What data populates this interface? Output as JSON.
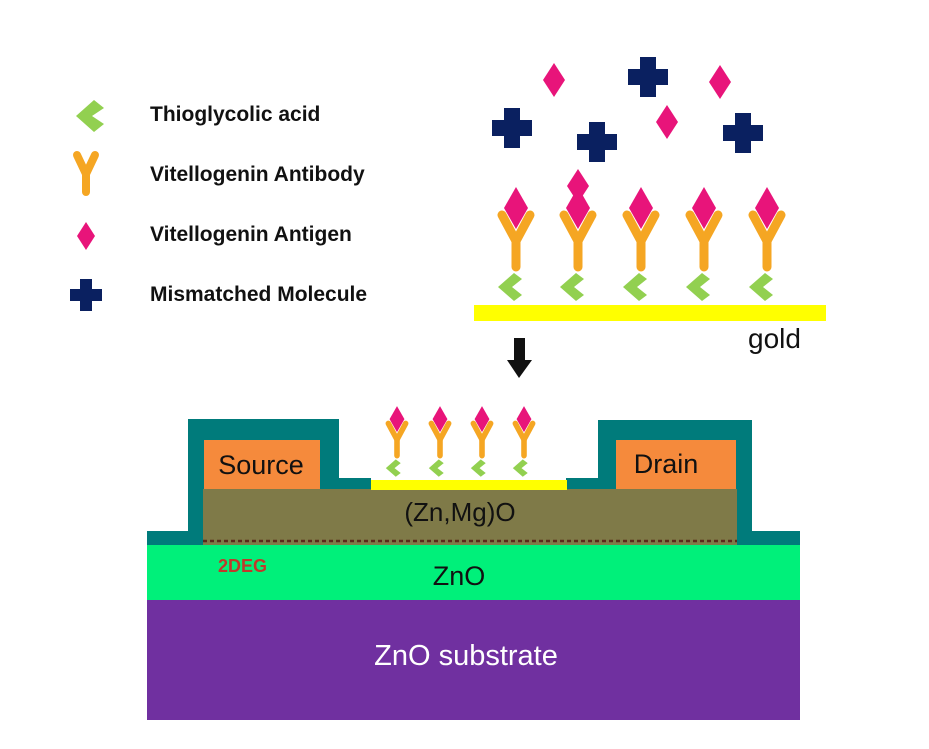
{
  "legend": [
    {
      "label": "Thioglycolic acid",
      "icon": "chevron-icon",
      "color": "#92D050"
    },
    {
      "label": "Vitellogenin Antibody",
      "icon": "y-antibody-icon",
      "color": "#F5A623"
    },
    {
      "label": "Vitellogenin Antigen",
      "icon": "diamond-icon",
      "color": "#E8147A"
    },
    {
      "label": "Mismatched Molecule",
      "icon": "cross-icon",
      "color": "#0A2060"
    }
  ],
  "labels": {
    "gold": "gold",
    "source": "Source",
    "drain": "Drain",
    "barrier": "(Zn,Mg)O",
    "twodeg": "2DEG",
    "channel": "ZnO",
    "substrate": "ZnO substrate"
  },
  "colors": {
    "gold": "#FFFF00",
    "passivation": "#007B7B",
    "contact": "#F58A3C",
    "barrier": "#7F7A48",
    "channel": "#00F07A",
    "substrate": "#7030A0",
    "twodeg": "#C0392B"
  }
}
